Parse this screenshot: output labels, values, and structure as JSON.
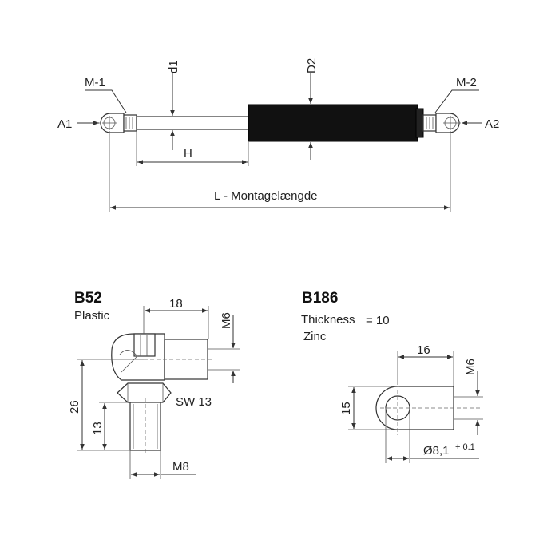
{
  "top_drawing": {
    "left_end_label": "M-1",
    "right_end_label": "M-2",
    "left_mount_label": "A1",
    "right_mount_label": "A2",
    "rod_diameter_label": "d1",
    "body_diameter_label": "D2",
    "stroke_label": "H",
    "length_label": "L - Montagelængde"
  },
  "b52": {
    "title": "B52",
    "material": "Plastic",
    "dim_width": "18",
    "dim_thread_top": "M6",
    "dim_height": "26",
    "dim_shank": "13",
    "wrench_size": "SW 13",
    "dim_thread_bottom": "M8"
  },
  "b186": {
    "title": "B186",
    "thickness_label": "Thickness",
    "thickness_value": "= 10",
    "material": "Zinc",
    "dim_length": "16",
    "dim_thread": "M6",
    "dim_height": "15",
    "hole_diameter": "Ø8,1",
    "hole_tolerance": "+ 0.1"
  }
}
